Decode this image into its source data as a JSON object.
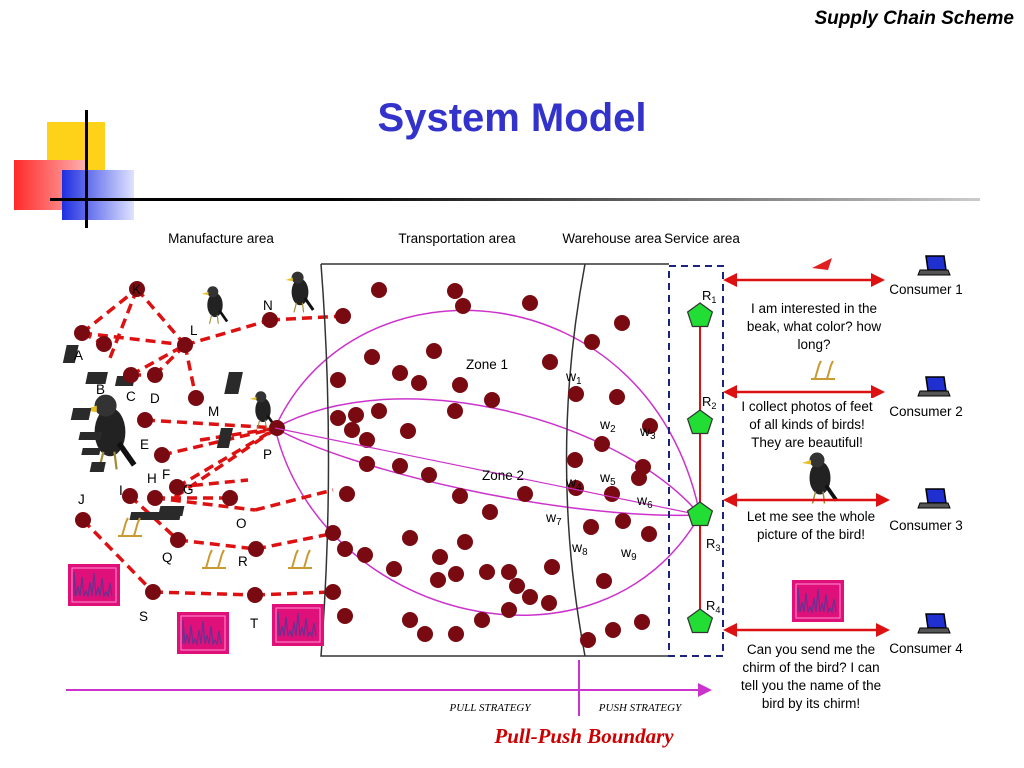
{
  "header": {
    "tag": "Supply Chain Scheme",
    "title": "System Model"
  },
  "areas": {
    "manufacture": "Manufacture area",
    "transportation": "Transportation area",
    "warehouse": "Warehouse area",
    "service": "Service area"
  },
  "zones": {
    "zone1": "Zone 1",
    "zone2": "Zone 2"
  },
  "manufacture_nodes": [
    "A",
    "B",
    "C",
    "D",
    "E",
    "F",
    "G",
    "H",
    "I",
    "J",
    "K",
    "L",
    "M",
    "N",
    "O",
    "P",
    "Q",
    "R",
    "S",
    "T"
  ],
  "warehouse_nodes": [
    {
      "base": "w",
      "sub": "1"
    },
    {
      "base": "w",
      "sub": "2"
    },
    {
      "base": "w",
      "sub": "3"
    },
    {
      "base": "w",
      "sub": "4"
    },
    {
      "base": "w",
      "sub": "5"
    },
    {
      "base": "w",
      "sub": "6"
    },
    {
      "base": "w",
      "sub": "7"
    },
    {
      "base": "w",
      "sub": "8"
    },
    {
      "base": "w",
      "sub": "9"
    }
  ],
  "service_nodes": [
    {
      "base": "R",
      "sub": "1"
    },
    {
      "base": "R",
      "sub": "2"
    },
    {
      "base": "R",
      "sub": "3"
    },
    {
      "base": "R",
      "sub": "4"
    }
  ],
  "consumers": [
    "Consumer 1",
    "Consumer 2",
    "Consumer 3",
    "Consumer 4"
  ],
  "requests": [
    "I am interested in the beak, what color? how long?",
    "I collect photos of feet of all kinds of birds! They are beautiful!",
    "Let me see the whole picture of the bird!",
    "Can you send me the chirm of the bird? I can tell you the name of the bird by its chirm!"
  ],
  "strategies": {
    "pull": "PULL STRATEGY",
    "push": "PUSH STRATEGY",
    "boundary": "Pull-Push Boundary"
  },
  "colors": {
    "title": "#3333cc",
    "node": "#7a0a12",
    "dashed_link": "#dd1111",
    "ellipse": "#cc33cc",
    "service_node": "#22dd33",
    "service_box": "#1a237e",
    "arrow": "#dd1111",
    "boundary_text": "#cc0000",
    "spectrogram_bg": "#e0107a"
  },
  "icons": {
    "bird": "bird-photo-icon",
    "consumer": "laptop-icon",
    "beak": "beak-icon",
    "feet": "bird-feet-icon",
    "chirm": "spectrogram-icon"
  }
}
